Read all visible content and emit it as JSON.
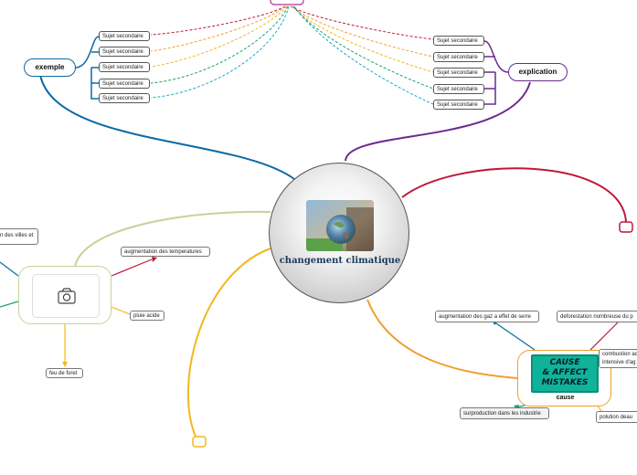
{
  "center": {
    "title": "changement climatique"
  },
  "top_left": {
    "label": "exemple",
    "color": "#0b6aa6",
    "subtopics": [
      "Sujet secondaire",
      "Sujet secondaire",
      "Sujet secondaire",
      "Sujet secondaire",
      "Sujet secondaire"
    ]
  },
  "top_right": {
    "label": "explication",
    "color": "#6a2a8e",
    "subtopics": [
      "Sujet secondaire",
      "Sujet secondaire",
      "Sujet secondaire",
      "Sujet secondaire",
      "Sujet secondaire"
    ]
  },
  "left_branch": {
    "color": "#c5d39a",
    "children": [
      "augmentation des temperatures",
      "pluie acide",
      "feu de foret",
      "n des villes et"
    ]
  },
  "cause_branch": {
    "color": "#f0a030",
    "image_text": [
      "CAUSE",
      "& AFFECT",
      "MISTAKES"
    ],
    "label": "cause",
    "children": [
      "augmentation des gaz a effet de serre",
      "deforestation nombreuse du p",
      "combustion ac",
      "intensive d'ag",
      "surproduction dans les industrie",
      "polution deau"
    ]
  },
  "colors": {
    "red": "#c0183a",
    "yellow": "#f3b81c",
    "green": "#1aa06a",
    "teal": "#1aa8c8",
    "orange": "#f0a030",
    "blue": "#0b6aa6"
  }
}
